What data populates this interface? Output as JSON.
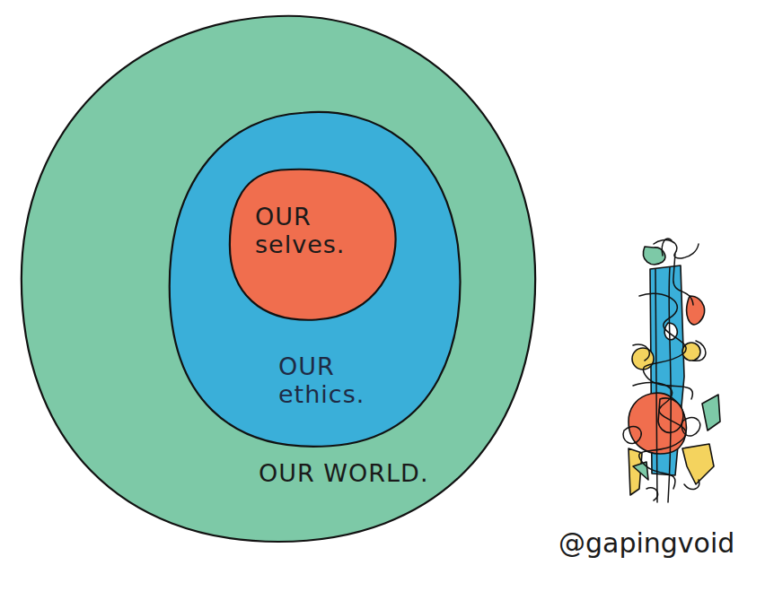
{
  "diagram": {
    "nodes": [
      {
        "text": [
          "OUR WORLD."
        ]
      },
      {
        "text": [
          "OUR ethics."
        ],
        "in": 0
      },
      {
        "text": [
          "OUR selves."
        ],
        "in": 1
      }
    ],
    "labels": [
      "@gapingvoid"
    ]
  }
}
